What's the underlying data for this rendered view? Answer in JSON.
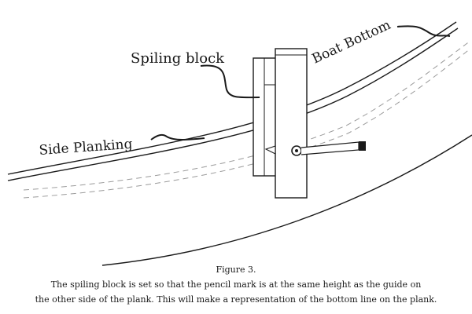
{
  "labels": {
    "spiling_block": "Spiling block",
    "boat_bottom": "Boat Bottom",
    "side_planking": "Side Planking"
  },
  "caption": {
    "figure": "Figure 3.",
    "line1": "The spiling block is set so that the pencil mark is at the same height as the guide on",
    "line2": "the other side of the plank. This will make a representation of the bottom line on the plank."
  },
  "colors": {
    "ink": "#1a1a1a",
    "dashed": "#9a9a9a",
    "background": "#ffffff"
  }
}
